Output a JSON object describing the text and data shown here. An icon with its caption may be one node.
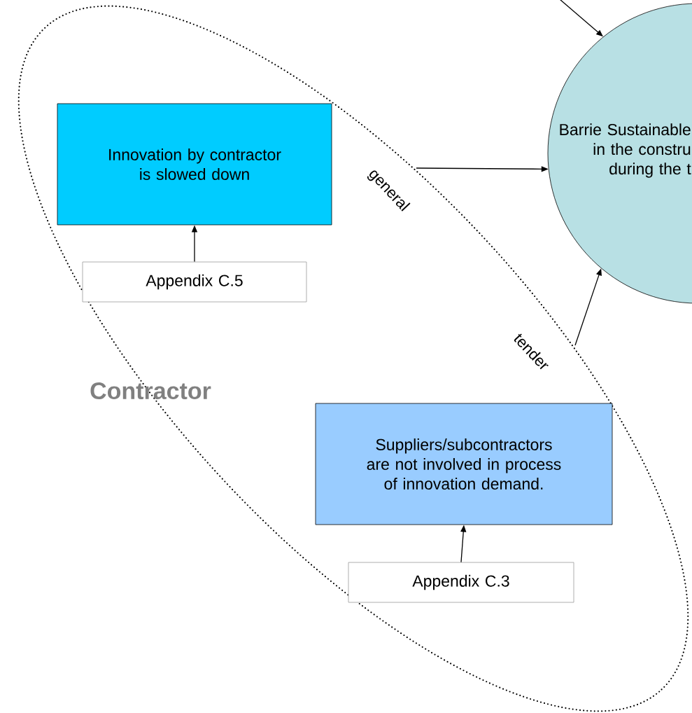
{
  "diagram": {
    "nodes": [
      {
        "text": [
          "Contractor"
        ]
      },
      {
        "text": [
          "Innovation by contractor is slowed down"
        ],
        "in": 0
      },
      {
        "text": [
          "Appendix C.5"
        ],
        "in": 0
      },
      {
        "text": [
          "Suppliers/subcontractors are not involved in process of innovation demand."
        ],
        "in": 0
      },
      {
        "text": [
          "Appendix C.3"
        ],
        "in": 0
      },
      {
        "text": [
          "Barrie Sustainable in the constru during the t"
        ]
      }
    ],
    "edges": [
      {
        "from": null,
        "to": 5,
        "arrow": "to"
      },
      {
        "from": 0,
        "to": 5,
        "arrow": "to",
        "label": "general"
      },
      {
        "from": 0,
        "to": 5,
        "arrow": "to",
        "label": "tender"
      },
      {
        "from": 2,
        "to": 1,
        "arrow": "to"
      },
      {
        "from": 4,
        "to": 3,
        "arrow": "to"
      }
    ]
  }
}
